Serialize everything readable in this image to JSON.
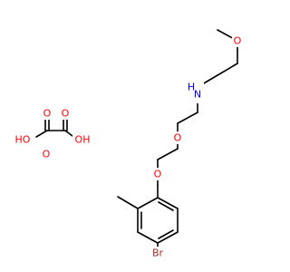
{
  "colors": {
    "bond": "#000000",
    "carbon": "#000000",
    "oxygen": "#ff0000",
    "nitrogen": "#0000ff",
    "bromine": "#a52a2a"
  },
  "labels": {
    "o_methoxy": "O",
    "n_amine": "N",
    "h_amine": "H",
    "o_ether_upper": "O",
    "o_ether_lower": "O",
    "br": "Br",
    "o_acid_top1": "O",
    "o_acid_top2": "O",
    "o_acid_bottom": "O",
    "ho_left": "HO",
    "oh_right": "OH"
  }
}
